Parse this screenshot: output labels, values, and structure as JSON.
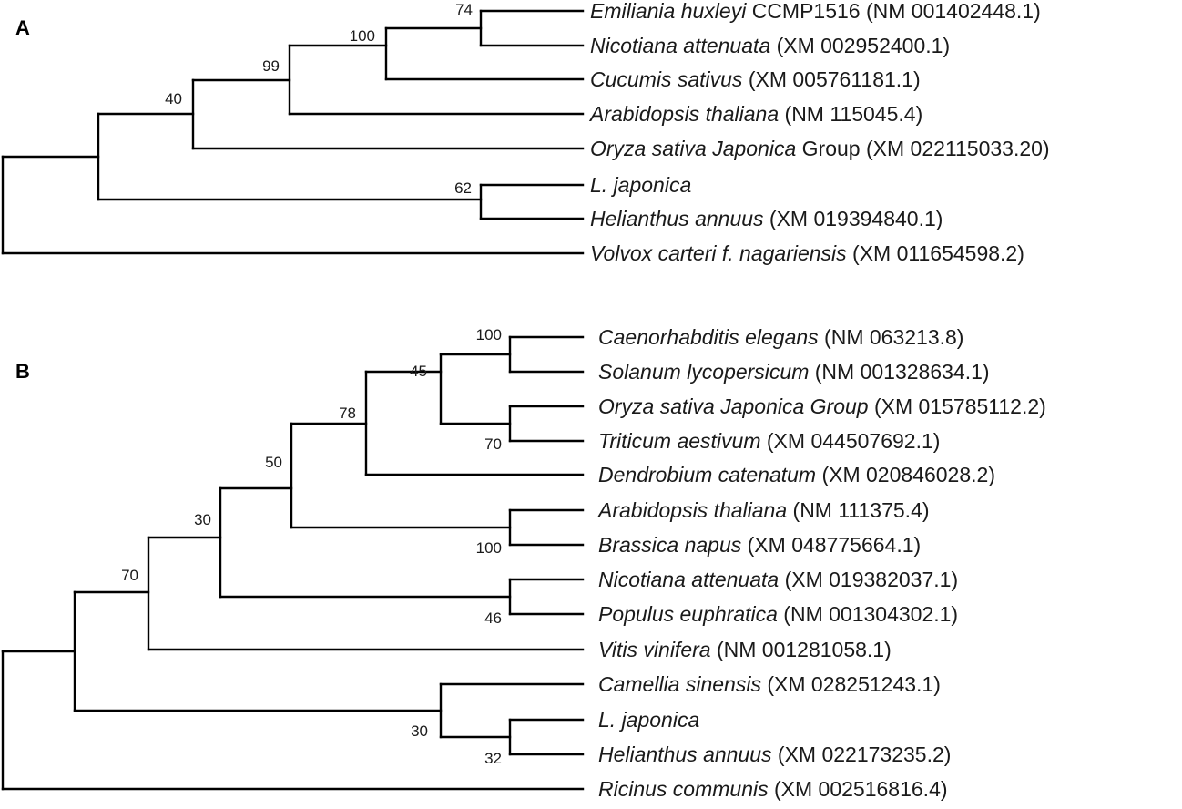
{
  "highlight_color": "#d42a2a",
  "text_color": "#1a1a1a",
  "panels": [
    {
      "label": "A",
      "leaves": [
        {
          "italic": "Emiliania huxleyi",
          "rest": " CCMP1516 (NM 001402448.1)"
        },
        {
          "italic": "Nicotiana attenuata",
          "rest": " (XM 002952400.1)"
        },
        {
          "italic": "Cucumis sativus",
          "rest": " (XM 005761181.1)"
        },
        {
          "italic": "Arabidopsis thaliana",
          "rest": " (NM 115045.4)"
        },
        {
          "italic": "Oryza sativa Japonica",
          "rest": " Group (XM 022115033.20)"
        },
        {
          "italic": "L. japonica",
          "rest": "",
          "highlight": true
        },
        {
          "italic": "Helianthus annuus",
          "rest": " (XM 019394840.1)"
        },
        {
          "italic": "Volvox carteri f. nagariensis",
          "rest": " (XM 011654598.2)"
        }
      ],
      "support_values": [
        "74",
        "100",
        "99",
        "40",
        "62"
      ]
    },
    {
      "label": "B",
      "leaves": [
        {
          "italic": "Caenorhabditis elegans",
          "rest": " (NM 063213.8)"
        },
        {
          "italic": "Solanum lycopersicum",
          "rest": " (NM 001328634.1)"
        },
        {
          "italic": "Oryza sativa Japonica Group",
          "rest": " (XM 015785112.2)"
        },
        {
          "italic": "Triticum aestivum",
          "rest": " (XM 044507692.1)"
        },
        {
          "italic": "Dendrobium catenatum",
          "rest": " (XM 020846028.2)"
        },
        {
          "italic": "Arabidopsis thaliana",
          "rest": " (NM 111375.4)"
        },
        {
          "italic": "Brassica napus",
          "rest": " (XM 048775664.1)"
        },
        {
          "italic": "Nicotiana attenuata",
          "rest": " (XM 019382037.1)"
        },
        {
          "italic": "Populus euphratica",
          "rest": " (NM 001304302.1)"
        },
        {
          "italic": "Vitis vinifera",
          "rest": " (NM 001281058.1)"
        },
        {
          "italic": "Camellia sinensis",
          "rest": " (XM 028251243.1)"
        },
        {
          "italic": "L. japonica",
          "rest": "",
          "highlight": true
        },
        {
          "italic": "Helianthus annuus",
          "rest": " (XM 022173235.2)"
        },
        {
          "italic": "Ricinus communis",
          "rest": " (XM 002516816.4)"
        }
      ],
      "support_values": [
        "100",
        "70",
        "45",
        "78",
        "100",
        "46",
        "50",
        "30",
        "32",
        "30",
        "70"
      ]
    }
  ]
}
